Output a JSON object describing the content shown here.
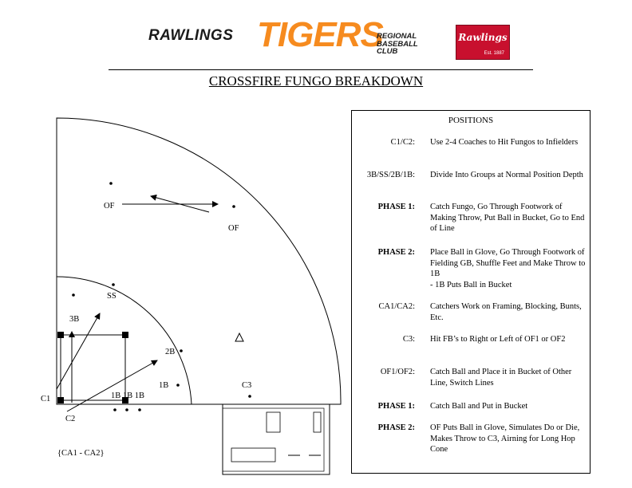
{
  "header": {
    "logo_left": "RAWLINGS",
    "logo_main": "TIGERS",
    "logo_right": [
      "REGIONAL",
      "BASEBALL",
      "CLUB"
    ],
    "badge_script": "Rawlings",
    "badge_est": "Est. 1887"
  },
  "title": "CROSSFIRE FUNGO BREAKDOWN",
  "positions": {
    "heading": "POSITIONS",
    "rows": [
      {
        "label": "C1/C2:",
        "bold": false,
        "desc": "Use 2-4 Coaches to Hit Fungos to Infielders"
      },
      {
        "label": "3B/SS/2B/1B:",
        "bold": false,
        "desc": "Divide Into Groups at Normal Position Depth"
      },
      {
        "label": "PHASE 1:",
        "bold": true,
        "desc": "Catch Fungo, Go Through Footwork of Making Throw, Put Ball in Bucket, Go to End of Line"
      },
      {
        "label": "PHASE 2:",
        "bold": true,
        "desc": "Place Ball in Glove, Go Through Footwork of Fielding GB, Shuffle Feet and Make Throw to 1B\n- 1B Puts Ball in Bucket"
      },
      {
        "label": "CA1/CA2:",
        "bold": false,
        "desc": "Catchers Work on Framing, Blocking, Bunts, Etc."
      },
      {
        "label": "C3:",
        "bold": false,
        "desc": "Hit FB’s to Right or Left of OF1 or OF2"
      },
      {
        "label": "OF1/OF2:",
        "bold": false,
        "desc": "Catch Ball and Place it in Bucket of Other Line, Switch Lines"
      },
      {
        "label": "PHASE 1:",
        "bold": true,
        "desc": "Catch Ball and Put in Bucket"
      },
      {
        "label": "PHASE 2:",
        "bold": true,
        "desc": "OF Puts Ball in Glove, Simulates Do or Die, Makes Throw to C3, Airning for Long Hop Cone"
      }
    ]
  },
  "diagram": {
    "of_left": "OF",
    "of_right": "OF",
    "ss": "SS",
    "third_base": "3B",
    "second_base": "2B",
    "first_base_field": "1B",
    "c3": "C3",
    "c1": "C1",
    "c2": "C2",
    "first_base_line": "1B 1B 1B",
    "catchers": "{CA1 - CA2}"
  },
  "colors": {
    "tigers_orange": "#f68b1f",
    "rawlings_red": "#c8102e"
  }
}
